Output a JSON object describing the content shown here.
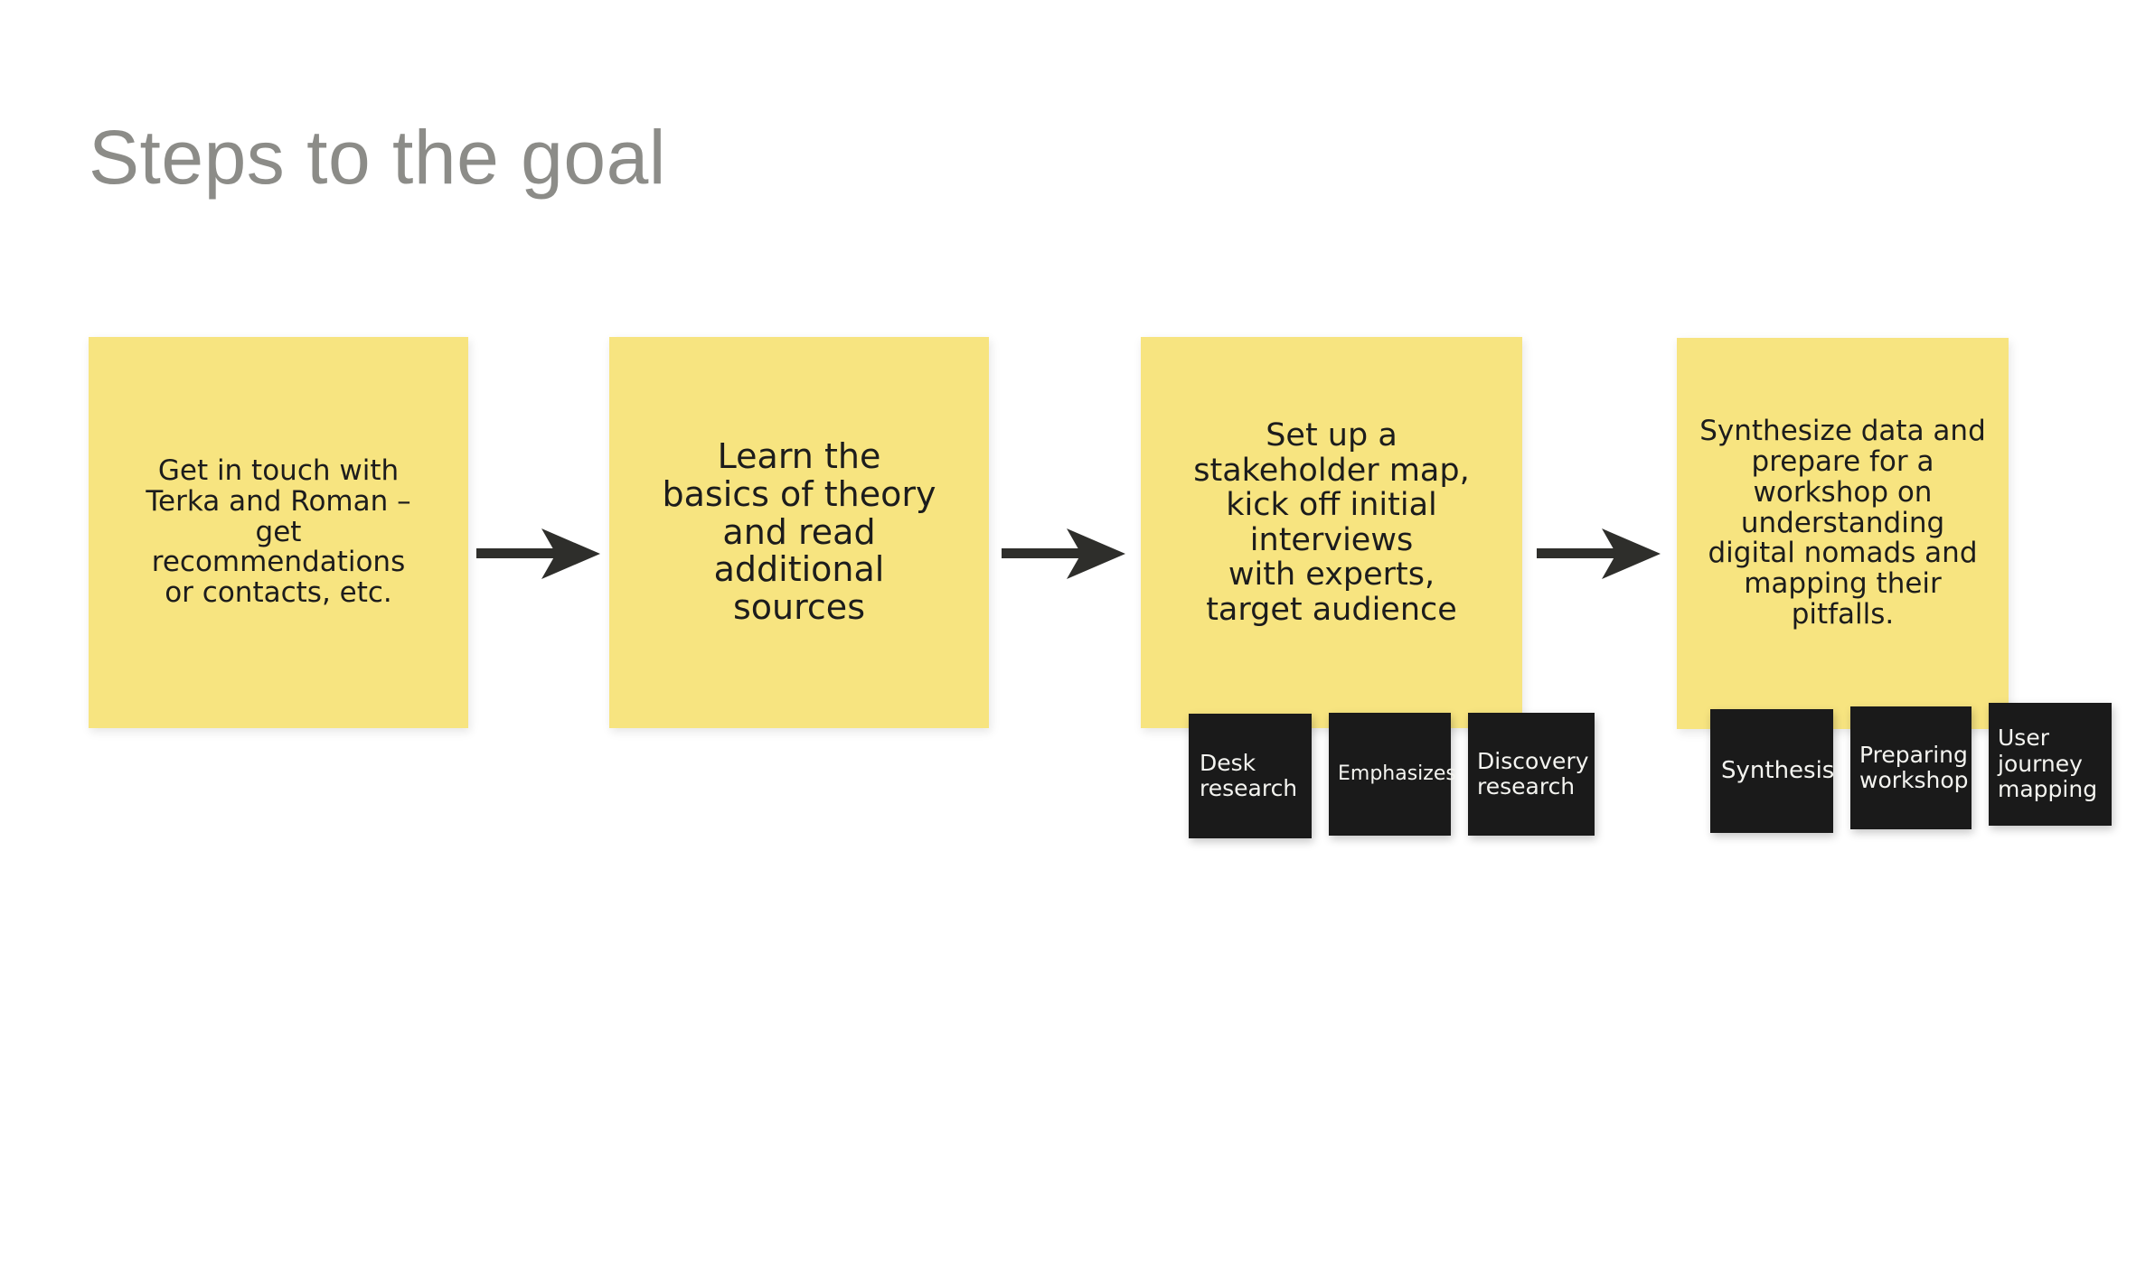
{
  "page": {
    "title": "Steps to the goal",
    "background_color": "#ffffff",
    "title_color": "#8c8c88"
  },
  "theme": {
    "card_color": "#f7e480",
    "card_text_color": "#1c1c1c",
    "tag_color": "#1a1a1a",
    "tag_text_color": "#f4f4f0",
    "arrow_color": "#2e2e2b"
  },
  "flow": {
    "arrows": [
      {
        "name": "arrow-step1-to-step2"
      },
      {
        "name": "arrow-step2-to-step3"
      },
      {
        "name": "arrow-step3-to-step4"
      }
    ],
    "steps": [
      {
        "index": 1,
        "text": "Get in touch with\nTerka and Roman –\nget\nrecommendations\nor contacts, etc.",
        "tags": []
      },
      {
        "index": 2,
        "text": "Learn the\nbasics of theory\nand read\nadditional\nsources",
        "tags": []
      },
      {
        "index": 3,
        "text": "Set up a\nstakeholder map,\nkick off initial\ninterviews\nwith experts,\ntarget audience",
        "tags": [
          {
            "label": "Desk\nresearch"
          },
          {
            "label": "Emphasizes"
          },
          {
            "label": "Discovery\nresearch"
          }
        ]
      },
      {
        "index": 4,
        "text": "Synthesize data and\nprepare for a\nworkshop on\nunderstanding\ndigital nomads and\nmapping their\npitfalls.",
        "tags": [
          {
            "label": "Synthesis"
          },
          {
            "label": "Preparing\nworkshop"
          },
          {
            "label": "User\njourney\nmapping"
          }
        ]
      }
    ]
  }
}
